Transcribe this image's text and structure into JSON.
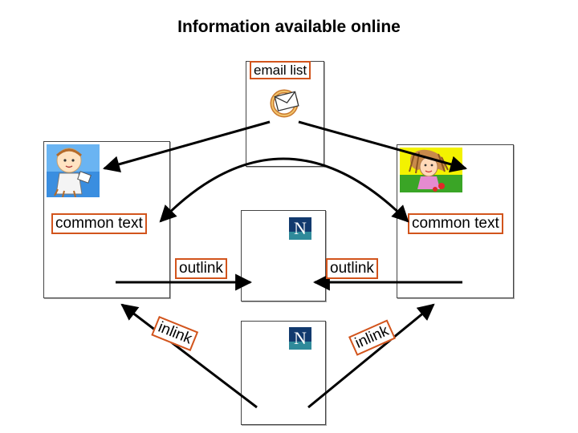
{
  "title": "Information available online",
  "email_list": {
    "label": "email list",
    "icon": "envelope-icon"
  },
  "left_page": {
    "label": "common text",
    "icon": "child-cartoon-icon"
  },
  "right_page": {
    "label": "common text",
    "icon": "girl-cartoon-icon"
  },
  "middle_page": {
    "icon": "netscape-n-icon"
  },
  "bottom_page": {
    "icon": "netscape-n-icon"
  },
  "links": {
    "outlink_left": "outlink",
    "outlink_right": "outlink",
    "inlink_left": "inlink",
    "inlink_right": "inlink"
  },
  "colors": {
    "label_border": "#d2541c",
    "netscape_blue": "#123a6e",
    "netscape_teal": "#2f8a9a"
  }
}
